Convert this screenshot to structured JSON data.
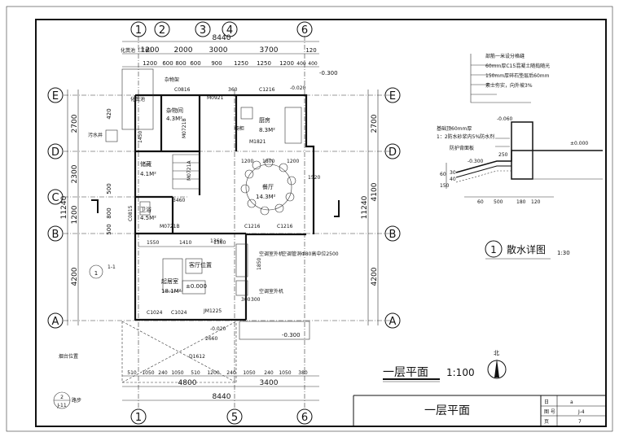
{
  "sheet": {
    "title_block": {
      "drawing_name": "一层平面",
      "label_code": "图 号",
      "label_page": "页",
      "label_top": "日",
      "code_value": "J-4",
      "page_value": "7",
      "top_value": "a"
    }
  },
  "plan": {
    "title": "一层平面",
    "scale": "1:100",
    "north_label": "北",
    "axes_top": [
      "1",
      "2",
      "3",
      "4",
      "6"
    ],
    "axes_bottom": [
      "1",
      "5",
      "6"
    ],
    "axes_left": [
      "E",
      "D",
      "C",
      "B",
      "A"
    ],
    "axes_right": [
      "E",
      "D",
      "B",
      "A"
    ],
    "dims_top_total": "8440",
    "dims_top_row1": [
      "1200",
      "2000",
      "3000",
      "3700",
      "120"
    ],
    "dims_top_row2": [
      "1200",
      "600",
      "800",
      "600",
      "900",
      "1250",
      "1250",
      "1200",
      "400",
      "400"
    ],
    "dims_bottom_row1": [
      "510",
      "1050",
      "240",
      "1050",
      "510",
      "1200",
      "240",
      "1050",
      "240",
      "1050",
      "380"
    ],
    "dims_bottom_row2": [
      "4800",
      "3400"
    ],
    "dims_bottom_total": "8440",
    "dims_left": [
      "2700",
      "2300",
      "1200",
      "4200"
    ],
    "dims_left_total": "11240",
    "dims_left_small": [
      "420",
      "500",
      "800",
      "500"
    ],
    "dims_right": [
      "2700",
      "4100",
      "4200"
    ],
    "dims_right_total": "11240",
    "rooms": [
      {
        "name": "化粪池（三格）"
      },
      {
        "name": "化粪池"
      },
      {
        "name": "污水井"
      },
      {
        "name": "杂物间",
        "area": "4.3M²"
      },
      {
        "name": "厨房",
        "area": "8.3M²"
      },
      {
        "name": "储藏",
        "area": "4.1M²"
      },
      {
        "name": "餐厅",
        "area": "14.3M²"
      },
      {
        "name": "卫浴",
        "area": "4.5M²"
      },
      {
        "name": "起居室",
        "area": "18.1M²"
      },
      {
        "name": "客厅位置"
      }
    ],
    "tags": [
      "C0816",
      "M0921",
      "C1216",
      "M0721B",
      "M1821",
      "M0721A",
      "C0815",
      "M0721B",
      "C1216",
      "C1216",
      "C1024",
      "C1024",
      "JM1225",
      "D1612"
    ],
    "levels": [
      "-0.300",
      "±0.000",
      "-0.020",
      "-0.300",
      "-0.020"
    ],
    "notes": [
      "空调室外机",
      "空调管洞Φ80高中位2500",
      "空调室外机",
      "烟台位置",
      "路步",
      "杂物架",
      "橱柜"
    ],
    "section_labels": [
      "1",
      "1-1"
    ],
    "detail_ref": {
      "number": "2",
      "sheet": "J-11"
    },
    "misc_dims": [
      "1360",
      "1550",
      "1410",
      "1360",
      "2660",
      "300",
      "300",
      "1200",
      "1800",
      "1200",
      "1850",
      "1450",
      "360",
      "3460",
      "1520"
    ]
  },
  "detail": {
    "title": "散水详图",
    "number": "1",
    "scale": "1:30",
    "notes": [
      "部筋一米设分格缝",
      "60mm厚C15混凝土随捣随光",
      "150mm厚碎石垫层后60mm",
      "素土夯实，向外坡3%"
    ],
    "side_notes": [
      "基础顶60mm厚",
      "1：2防水砂浆内5%防水剂",
      "防护背面板"
    ],
    "levels": [
      "-0.060",
      "±0.000",
      "-0.300"
    ],
    "dims": [
      "60",
      "500",
      "180",
      "120",
      "60",
      "150",
      "40",
      "30",
      "250"
    ]
  }
}
